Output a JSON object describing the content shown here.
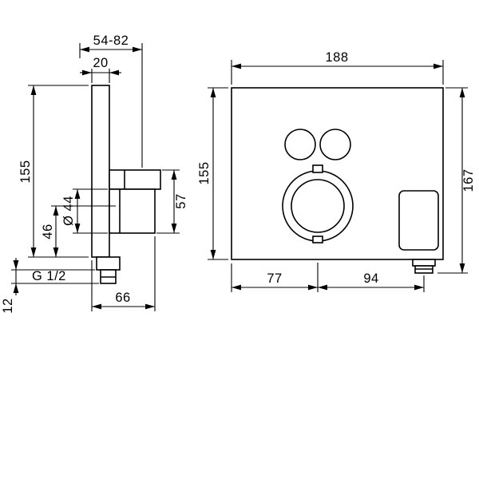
{
  "drawing": {
    "background": "#ffffff",
    "line_color": "#000000",
    "side_view": {
      "depth_range": "54-82",
      "plate_thickness": "20",
      "height": "155",
      "grip_diameter": "Ø 44",
      "center_to_bottom": "46",
      "handle_height": "57",
      "outlet_thread": "G 1/2",
      "handle_depth": "66",
      "outlet_height": "12"
    },
    "front_view": {
      "width": "188",
      "height": "155",
      "overall_height": "167",
      "edge_to_dial_center": "77",
      "dial_center_to_outlet": "94"
    }
  }
}
